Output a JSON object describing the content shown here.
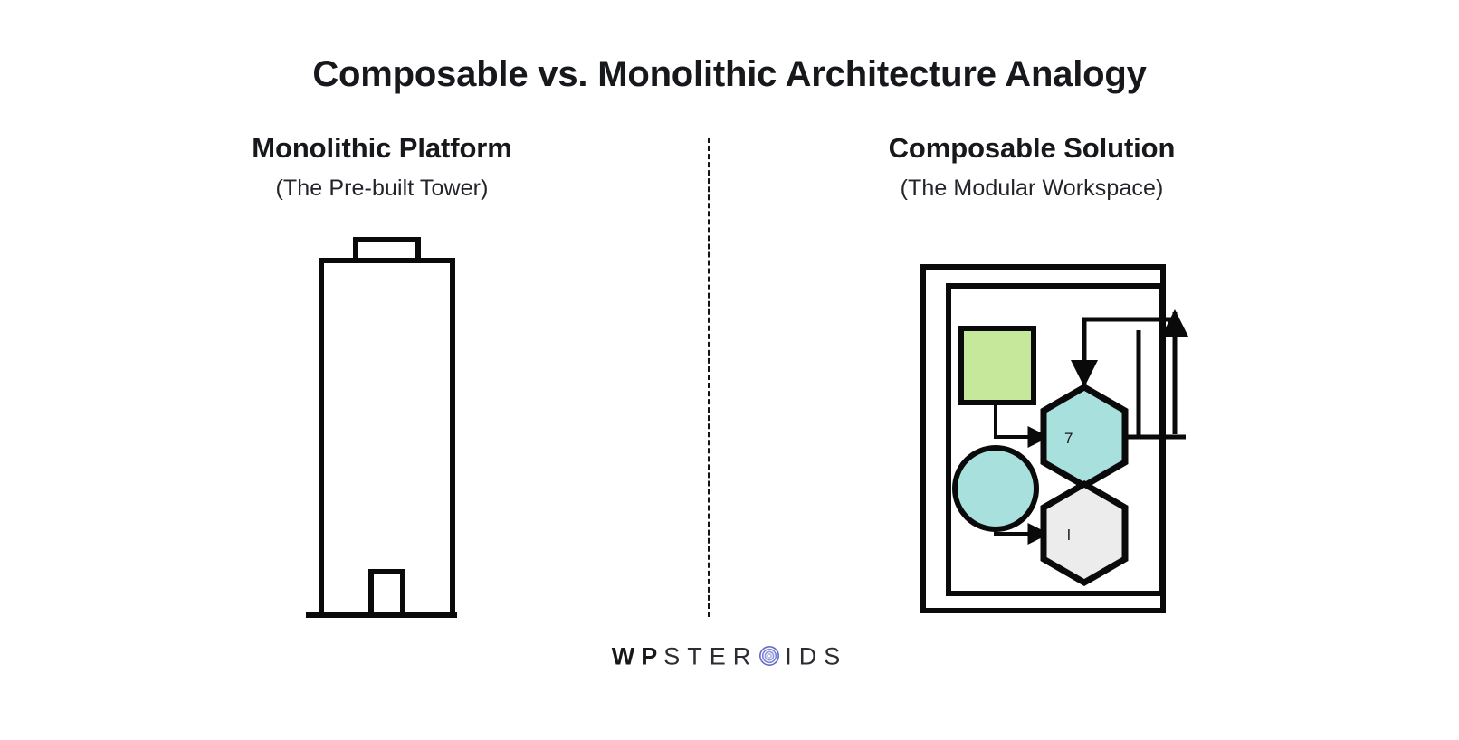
{
  "page": {
    "title": "Composable vs. Monolithic Architecture Analogy",
    "background_color": "#ffffff",
    "text_color": "#17181c"
  },
  "divider": {
    "style": "dashed-vertical",
    "color": "#111316"
  },
  "columns": [
    {
      "id": "monolithic",
      "heading": "Monolithic Platform",
      "subheading": "(The Pre-built Tower)",
      "illustration": {
        "name": "tower-illustration",
        "description": "Tall narrow building outline with rooftop box, small ground-level door and ground line",
        "stroke_color": "#0a0a0a",
        "fill_color": "#ffffff",
        "parts": [
          "roof-box",
          "tower-body",
          "door",
          "ground-line"
        ]
      }
    },
    {
      "id": "composable",
      "heading": "Composable Solution",
      "subheading": "(The Modular Workspace)",
      "illustration": {
        "name": "modular-workspace-illustration",
        "description": "Nested rectangular frames containing a green square, teal circle, teal hexagon and grey hexagon linked by arrows",
        "stroke_color": "#0a0a0a",
        "parts": [
          "outer-frame",
          "inner-frame",
          "green-square-module",
          "teal-circle-module",
          "teal-hexagon-module",
          "grey-hexagon-module",
          "connector-arrows"
        ],
        "modules": [
          {
            "name": "green-square-module",
            "shape": "square",
            "fill": "#c6e89a",
            "label": ""
          },
          {
            "name": "teal-circle-module",
            "shape": "circle",
            "fill": "#a8e0de",
            "label": ""
          },
          {
            "name": "teal-hexagon-module",
            "shape": "hexagon",
            "fill": "#a8e0de",
            "label": "7"
          },
          {
            "name": "grey-hexagon-module",
            "shape": "hexagon",
            "fill": "#ececec",
            "label": "l"
          }
        ]
      }
    }
  ],
  "footer": {
    "logo": {
      "name": "wpsteroids-logo",
      "part_bold": "WP",
      "part_ster": "STER",
      "mark": "spiral-o-mark",
      "part_ids": "IDS",
      "mark_color": "#5b63c7"
    }
  },
  "colors": {
    "green": "#c6e89a",
    "teal": "#a8e0de",
    "grey": "#ececec",
    "ink": "#0a0a0a",
    "logo_accent": "#5b63c7"
  }
}
